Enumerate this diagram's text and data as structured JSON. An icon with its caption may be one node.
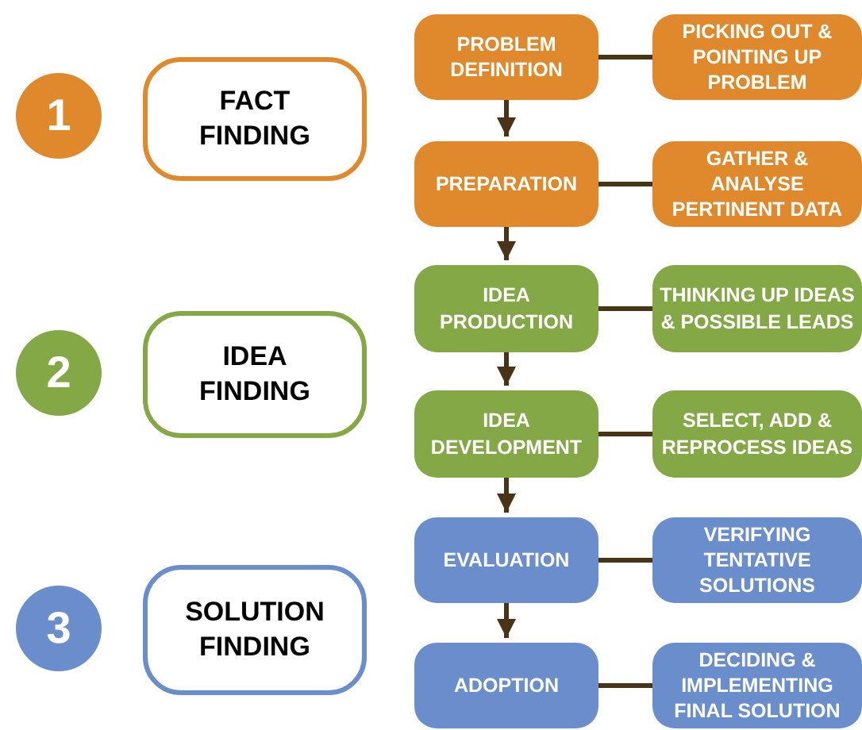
{
  "diagram": {
    "nodes": [
      {
        "text": [
          "1"
        ]
      },
      {
        "text": [
          "FACT FINDING"
        ]
      },
      {
        "text": [
          "2"
        ]
      },
      {
        "text": [
          "IDEA FINDING"
        ]
      },
      {
        "text": [
          "3"
        ]
      },
      {
        "text": [
          "SOLUTION FINDING"
        ]
      },
      {
        "text": [
          "PROBLEM DEFINITION"
        ]
      },
      {
        "text": [
          "PICKING OUT & POINTING UP PROBLEM"
        ]
      },
      {
        "text": [
          "PREPARATION"
        ]
      },
      {
        "text": [
          "GATHER & ANALYSE PERTINENT DATA"
        ]
      },
      {
        "text": [
          "IDEA PRODUCTION"
        ]
      },
      {
        "text": [
          "THINKING UP IDEAS & POSSIBLE LEADS"
        ]
      },
      {
        "text": [
          "IDEA DEVELOPMENT"
        ]
      },
      {
        "text": [
          "SELECT, ADD & REPROCESS IDEAS"
        ]
      },
      {
        "text": [
          "EVALUATION"
        ]
      },
      {
        "text": [
          "VERIFYING TENTATIVE SOLUTIONS"
        ]
      },
      {
        "text": [
          "ADOPTION"
        ]
      },
      {
        "text": [
          "DECIDING & IMPLEMENTING FINAL SOLUTION"
        ]
      }
    ],
    "edges": [
      {
        "from": 6,
        "to": 7,
        "arrow": "none"
      },
      {
        "from": 6,
        "to": 8,
        "arrow": "to"
      },
      {
        "from": 8,
        "to": 9,
        "arrow": "none"
      },
      {
        "from": 8,
        "to": 10,
        "arrow": "to"
      },
      {
        "from": 10,
        "to": 11,
        "arrow": "none"
      },
      {
        "from": 10,
        "to": 12,
        "arrow": "to"
      },
      {
        "from": 12,
        "to": 13,
        "arrow": "none"
      },
      {
        "from": 12,
        "to": 14,
        "arrow": "to"
      },
      {
        "from": 14,
        "to": 15,
        "arrow": "none"
      },
      {
        "from": 14,
        "to": 16,
        "arrow": "to"
      },
      {
        "from": 16,
        "to": 17,
        "arrow": "none"
      }
    ]
  }
}
